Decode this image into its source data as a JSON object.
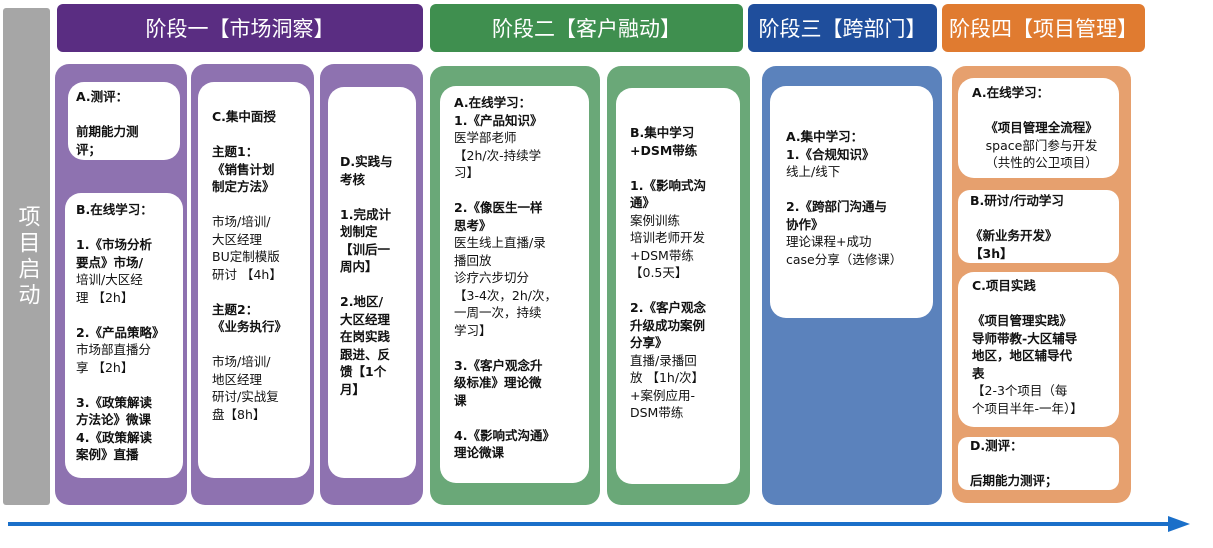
{
  "start_label": "项目启动",
  "colors": {
    "start": "#a6a6a6",
    "stage1": "#5a2d82",
    "stage2": "#3f8f4f",
    "stage3": "#1f4e9c",
    "stage4": "#e07b30",
    "panel1": "#8e72b0",
    "panel2": "#6aa878",
    "panel3": "#5b82bc",
    "panel4": "#e6a06e",
    "arrow": "#1a6fc9"
  },
  "stages": [
    {
      "title": "阶段一【市场洞察】"
    },
    {
      "title": "阶段二【客户融动】"
    },
    {
      "title": "阶段三【跨部门】"
    },
    {
      "title": "阶段四【项目管理】"
    }
  ],
  "cards": [
    {
      "id": "s1-a",
      "lines": [
        {
          "t": "A.测评：",
          "b": 1
        },
        {
          "t": ""
        },
        {
          "t": "前期能力测",
          "b": 1
        },
        {
          "t": "评；",
          "b": 1
        }
      ]
    },
    {
      "id": "s1-b",
      "lines": [
        {
          "t": "B.在线学习：",
          "b": 1
        },
        {
          "t": ""
        },
        {
          "t": "1.《市场分析",
          "b": 1
        },
        {
          "t": "要点》市场/",
          "b": 1
        },
        {
          "t": "培训/大区经"
        },
        {
          "t": "理 【2h】"
        },
        {
          "t": ""
        },
        {
          "t": "2.《产品策略》",
          "b": 1
        },
        {
          "t": "市场部直播分"
        },
        {
          "t": "享 【2h】"
        },
        {
          "t": ""
        },
        {
          "t": "3.《政策解读",
          "b": 1
        },
        {
          "t": "方法论》微课",
          "b": 1
        },
        {
          "t": "4.《政策解读",
          "b": 1
        },
        {
          "t": "案例》直播",
          "b": 1
        }
      ]
    },
    {
      "id": "s1-c",
      "lines": [
        {
          "t": "C.集中面授",
          "b": 1
        },
        {
          "t": ""
        },
        {
          "t": "主题1：",
          "b": 1
        },
        {
          "t": "《销售计划",
          "b": 1
        },
        {
          "t": "制定方法》",
          "b": 1
        },
        {
          "t": ""
        },
        {
          "t": "市场/培训/"
        },
        {
          "t": "大区经理"
        },
        {
          "t": "BU定制模版"
        },
        {
          "t": "研讨 【4h】"
        },
        {
          "t": ""
        },
        {
          "t": "主题2：",
          "b": 1
        },
        {
          "t": "《业务执行》",
          "b": 1
        },
        {
          "t": ""
        },
        {
          "t": "市场/培训/"
        },
        {
          "t": "地区经理"
        },
        {
          "t": "研讨/实战复"
        },
        {
          "t": "盘【8h】"
        }
      ]
    },
    {
      "id": "s1-d",
      "lines": [
        {
          "t": "D.实践与",
          "b": 1
        },
        {
          "t": "考核",
          "b": 1
        },
        {
          "t": ""
        },
        {
          "t": "1.完成计",
          "b": 1
        },
        {
          "t": "划制定",
          "b": 1
        },
        {
          "t": "【训后一",
          "b": 1
        },
        {
          "t": "周内】",
          "b": 1
        },
        {
          "t": ""
        },
        {
          "t": "2.地区/",
          "b": 1
        },
        {
          "t": "大区经理",
          "b": 1
        },
        {
          "t": "在岗实践",
          "b": 1
        },
        {
          "t": "跟进、反",
          "b": 1
        },
        {
          "t": "馈【1个",
          "b": 1
        },
        {
          "t": "月】",
          "b": 1
        }
      ]
    },
    {
      "id": "s2-a",
      "lines": [
        {
          "t": "A.在线学习：",
          "b": 1
        },
        {
          "t": "1.《产品知识》",
          "b": 1
        },
        {
          "t": "医学部老师"
        },
        {
          "t": "【2h/次-持续学"
        },
        {
          "t": "习】"
        },
        {
          "t": ""
        },
        {
          "t": "2.《像医生一样",
          "b": 1
        },
        {
          "t": "思考》",
          "b": 1
        },
        {
          "t": "医生线上直播/录"
        },
        {
          "t": "播回放"
        },
        {
          "t": "诊疗六步切分"
        },
        {
          "t": "【3-4次，2h/次，"
        },
        {
          "t": "一周一次，持续"
        },
        {
          "t": "学习】"
        },
        {
          "t": ""
        },
        {
          "t": "3.《客户观念升",
          "b": 1
        },
        {
          "t": "级标准》理论微",
          "b": 1
        },
        {
          "t": "课",
          "b": 1
        },
        {
          "t": ""
        },
        {
          "t": "4.《影响式沟通》",
          "b": 1
        },
        {
          "t": "理论微课",
          "b": 1
        }
      ]
    },
    {
      "id": "s2-b",
      "lines": [
        {
          "t": "B.集中学习",
          "b": 1
        },
        {
          "t": "+DSM带练",
          "b": 1
        },
        {
          "t": ""
        },
        {
          "t": "1.《影响式沟",
          "b": 1
        },
        {
          "t": "通》",
          "b": 1
        },
        {
          "t": "案例训练"
        },
        {
          "t": "培训老师开发"
        },
        {
          "t": "+DSM带练"
        },
        {
          "t": " 【0.5天】"
        },
        {
          "t": ""
        },
        {
          "t": "2.《客户观念",
          "b": 1
        },
        {
          "t": "升级成功案例",
          "b": 1
        },
        {
          "t": "分享》",
          "b": 1
        },
        {
          "t": "直播/录播回"
        },
        {
          "t": "放 【1h/次】"
        },
        {
          "t": "+案例应用-"
        },
        {
          "t": "DSM带练"
        }
      ]
    },
    {
      "id": "s3-a",
      "lines": [
        {
          "t": "A.集中学习：",
          "b": 1
        },
        {
          "t": "1.《合规知识》",
          "b": 1
        },
        {
          "t": "线上/线下"
        },
        {
          "t": ""
        },
        {
          "t": "2.《跨部门沟通与",
          "b": 1
        },
        {
          "t": "协作》",
          "b": 1
        },
        {
          "t": "理论课程+成功"
        },
        {
          "t": "case分享（选修课）"
        }
      ]
    },
    {
      "id": "s4-a",
      "lines": [
        {
          "t": "A.在线学习：",
          "b": 1
        },
        {
          "t": ""
        },
        {
          "t": "《项目管理全流程》",
          "b": 1,
          "c": 1
        },
        {
          "t": "space部门参与开发",
          "c": 1
        },
        {
          "t": "（共性的公卫项目）",
          "c": 1
        }
      ]
    },
    {
      "id": "s4-b",
      "lines": [
        {
          "t": "B.研讨/行动学习",
          "b": 1
        },
        {
          "t": ""
        },
        {
          "t": "《新业务开发》",
          "b": 1
        },
        {
          "t": "【3h】",
          "b": 1
        }
      ]
    },
    {
      "id": "s4-c",
      "lines": [
        {
          "t": "C.项目实践",
          "b": 1
        },
        {
          "t": ""
        },
        {
          "t": "《项目管理实践》",
          "b": 1
        },
        {
          "t": "导师带教-大区辅导",
          "b": 1
        },
        {
          "t": "地区，地区辅导代",
          "b": 1
        },
        {
          "t": "表",
          "b": 1
        },
        {
          "t": "【2-3个项目（每"
        },
        {
          "t": "个项目半年-一年）】"
        }
      ]
    },
    {
      "id": "s4-d",
      "lines": [
        {
          "t": "D.测评：",
          "b": 1
        },
        {
          "t": ""
        },
        {
          "t": "后期能力测评；",
          "b": 1
        }
      ]
    }
  ]
}
